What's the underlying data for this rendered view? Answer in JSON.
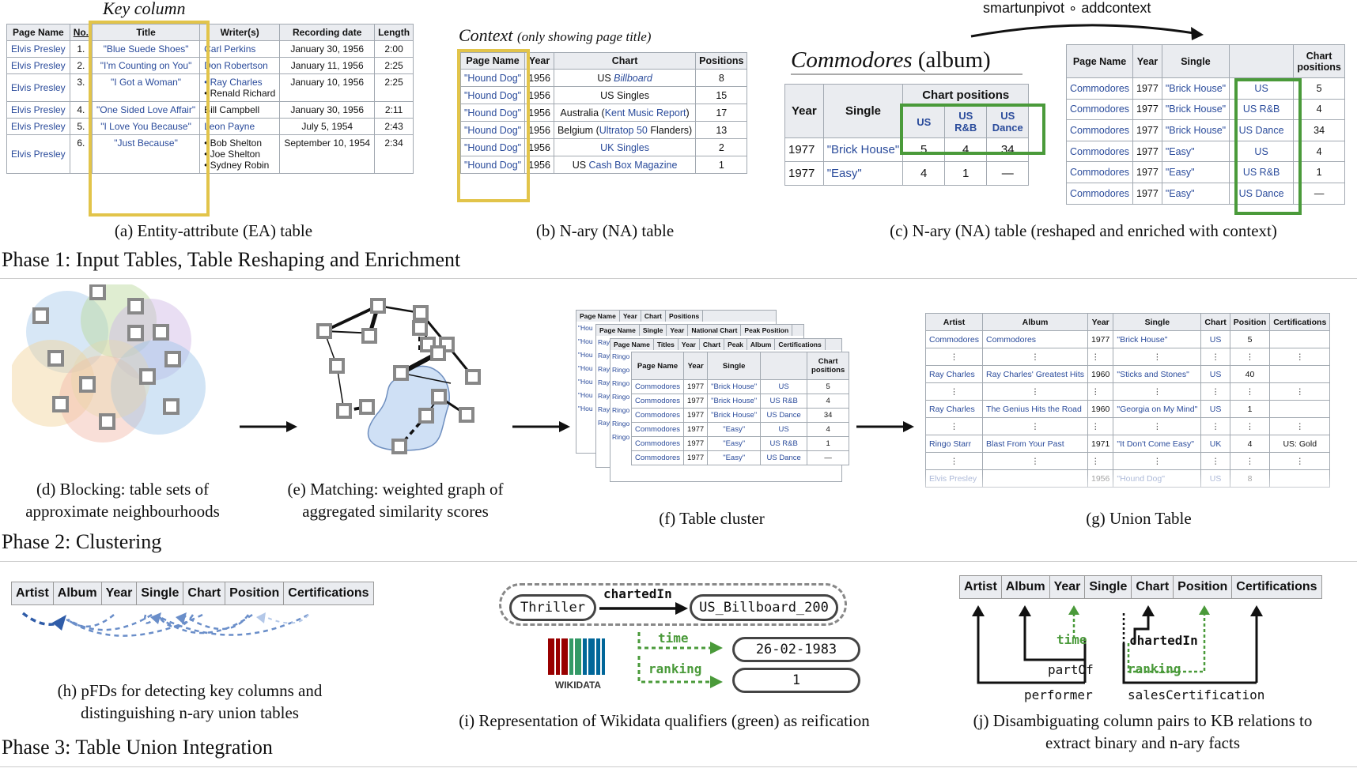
{
  "phase1": {
    "title": "Phase 1: Input Tables, Table Reshaping and Enrichment"
  },
  "phase2": {
    "title": "Phase 2: Clustering"
  },
  "phase3": {
    "title": "Phase 3: Table Union Integration"
  },
  "panel_a": {
    "key_label": "Key column",
    "caption": "(a) Entity-attribute (EA) table",
    "headers": [
      "Page Name",
      "No.",
      "Title",
      "Writer(s)",
      "Recording date",
      "Length"
    ],
    "rows": [
      [
        "Elvis Presley",
        "1.",
        "\"Blue Suede Shoes\"",
        "Carl Perkins",
        "January 30, 1956",
        "2:00"
      ],
      [
        "Elvis Presley",
        "2.",
        "\"I'm Counting on You\"",
        "Don Robertson",
        "January 11, 1956",
        "2:25"
      ],
      [
        "Elvis Presley",
        "3.",
        "\"I Got a Woman\"",
        "• Ray Charles\n• Renald Richard",
        "January 10, 1956",
        "2:25"
      ],
      [
        "Elvis Presley",
        "4.",
        "\"One Sided Love Affair\"",
        "Bill Campbell",
        "January 30, 1956",
        "2:11"
      ],
      [
        "Elvis Presley",
        "5.",
        "\"I Love You Because\"",
        "Leon Payne",
        "July 5, 1954",
        "2:43"
      ],
      [
        "Elvis Presley",
        "6.",
        "\"Just Because\"",
        "• Bob Shelton\n• Joe Shelton\n• Sydney Robin",
        "September 10, 1954",
        "2:34"
      ]
    ]
  },
  "panel_b": {
    "context_label": "Context",
    "context_note": "(only showing page title)",
    "caption": "(b) N-ary (NA) table",
    "headers": [
      "Page Name",
      "Year",
      "Chart",
      "Positions"
    ],
    "rows": [
      [
        "\"Hound Dog\"",
        "1956",
        "US Billboard",
        "8"
      ],
      [
        "\"Hound Dog\"",
        "1956",
        "US Singles",
        "15"
      ],
      [
        "\"Hound Dog\"",
        "1956",
        "Australia (Kent Music Report)",
        "17"
      ],
      [
        "\"Hound Dog\"",
        "1956",
        "Belgium (Ultratop 50 Flanders)",
        "13"
      ],
      [
        "\"Hound Dog\"",
        "1956",
        "UK Singles",
        "2"
      ],
      [
        "\"Hound Dog\"",
        "1956",
        "US Cash Box Magazine",
        "1"
      ]
    ]
  },
  "panel_c": {
    "operation": "smartunpivot ∘ addcontext",
    "album_title": "Commodores",
    "album_suffix": "(album)",
    "caption": "(c) N-ary (NA) table (reshaped and enriched with context)",
    "left_headers": [
      "Year",
      "Single",
      "Chart positions",
      "US",
      "US R&B",
      "US Dance"
    ],
    "left_rows": [
      [
        "1977",
        "\"Brick House\"",
        "5",
        "4",
        "34"
      ],
      [
        "1977",
        "\"Easy\"",
        "4",
        "1",
        "—"
      ]
    ],
    "right_headers": [
      "Page Name",
      "Year",
      "Single",
      "",
      "Chart positions"
    ],
    "right_rows": [
      [
        "Commodores",
        "1977",
        "\"Brick House\"",
        "US",
        "5"
      ],
      [
        "Commodores",
        "1977",
        "\"Brick House\"",
        "US R&B",
        "4"
      ],
      [
        "Commodores",
        "1977",
        "\"Brick House\"",
        "US Dance",
        "34"
      ],
      [
        "Commodores",
        "1977",
        "\"Easy\"",
        "US",
        "4"
      ],
      [
        "Commodores",
        "1977",
        "\"Easy\"",
        "US R&B",
        "1"
      ],
      [
        "Commodores",
        "1977",
        "\"Easy\"",
        "US Dance",
        "—"
      ]
    ]
  },
  "panel_d": {
    "caption": "(d) Blocking: table sets of approximate neighbourhoods"
  },
  "panel_e": {
    "caption": "(e) Matching: weighted graph of aggregated similarity scores"
  },
  "panel_f": {
    "caption": "(f) Table cluster",
    "back1": [
      "Page Name",
      "Year",
      "Chart",
      "Positions"
    ],
    "back2": [
      "Page Name",
      "Single",
      "Year",
      "National Chart",
      "Peak Position"
    ],
    "back3": [
      "Page Name",
      "Titles",
      "Year",
      "Chart",
      "Peak",
      "Album",
      "Certifications"
    ],
    "back_cells": [
      "\"Hou",
      "Ray",
      "Ringo"
    ],
    "front_headers": [
      "Page Name",
      "Year",
      "Single",
      "",
      "Chart positions"
    ],
    "front_rows": [
      [
        "Commodores",
        "1977",
        "\"Brick House\"",
        "US",
        "5"
      ],
      [
        "Commodores",
        "1977",
        "\"Brick House\"",
        "US R&B",
        "4"
      ],
      [
        "Commodores",
        "1977",
        "\"Brick House\"",
        "US Dance",
        "34"
      ],
      [
        "Commodores",
        "1977",
        "\"Easy\"",
        "US",
        "4"
      ],
      [
        "Commodores",
        "1977",
        "\"Easy\"",
        "US R&B",
        "1"
      ],
      [
        "Commodores",
        "1977",
        "\"Easy\"",
        "US Dance",
        "—"
      ]
    ]
  },
  "panel_g": {
    "caption": "(g) Union Table",
    "headers": [
      "Artist",
      "Album",
      "Year",
      "Single",
      "Chart",
      "Position",
      "Certifications"
    ],
    "rows": [
      [
        "Commodores",
        "Commodores",
        "1977",
        "\"Brick House\"",
        "US",
        "5",
        ""
      ],
      [
        "⋮",
        "⋮",
        "⋮",
        "⋮",
        "⋮",
        "⋮",
        "⋮"
      ],
      [
        "Ray Charles",
        "Ray Charles' Greatest Hits",
        "1960",
        "\"Sticks and Stones\"",
        "US",
        "40",
        ""
      ],
      [
        "⋮",
        "⋮",
        "⋮",
        "⋮",
        "⋮",
        "⋮",
        "⋮"
      ],
      [
        "Ray Charles",
        "The Genius Hits the Road",
        "1960",
        "\"Georgia on My Mind\"",
        "US",
        "1",
        ""
      ],
      [
        "⋮",
        "⋮",
        "⋮",
        "⋮",
        "⋮",
        "⋮",
        "⋮"
      ],
      [
        "Ringo Starr",
        "Blast From Your Past",
        "1971",
        "\"It Don't Come Easy\"",
        "UK",
        "4",
        "US: Gold"
      ],
      [
        "⋮",
        "⋮",
        "⋮",
        "⋮",
        "⋮",
        "⋮",
        "⋮"
      ],
      [
        "Elvis Presley",
        "",
        "1956",
        "\"Hound Dog\"",
        "US",
        "8",
        ""
      ]
    ]
  },
  "panel_h": {
    "caption": "(h) pFDs for detecting key columns and distinguishing n-ary union tables",
    "headers": [
      "Artist",
      "Album",
      "Year",
      "Single",
      "Chart",
      "Position",
      "Certifications"
    ]
  },
  "panel_i": {
    "caption": "(i) Representation of Wikidata qualifiers (green) as reification",
    "subject": "Thriller",
    "predicate": "chartedIn",
    "object": "US_Billboard_200",
    "q1": "time",
    "v1": "26-02-1983",
    "q2": "ranking",
    "v2": "1",
    "logo": "WIKIDATA"
  },
  "panel_j": {
    "caption": "(j) Disambiguating column pairs to KB relations to extract binary and n-ary facts",
    "headers": [
      "Artist",
      "Album",
      "Year",
      "Single",
      "Chart",
      "Position",
      "Certifications"
    ],
    "rel_performer": "performer",
    "rel_partof": "partOf",
    "rel_time": "time",
    "rel_chartedin": "chartedIn",
    "rel_ranking": "ranking",
    "rel_sales": "salesCertification"
  },
  "colors": {
    "highlight_yellow": "#e2c44a",
    "highlight_green": "#4a9a3a",
    "link_blue": "#2a4b9b",
    "qualifier_green": "#4a9a3a"
  }
}
